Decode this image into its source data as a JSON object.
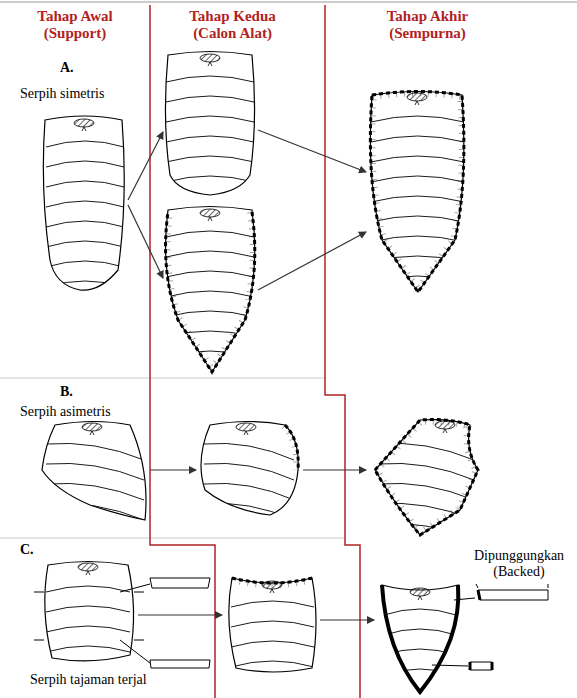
{
  "diagram": {
    "labels": [
      "Tahap Awal (Support)",
      "Tahap Kedua (Calon Alat)",
      "Tahap Akhir (Sempurna)",
      "A.",
      "Serpih simetris",
      "B.",
      "Serpih asimetris",
      "Dipunggungkan (Backed)",
      "C.",
      "Serpih tajaman terjal"
    ]
  }
}
